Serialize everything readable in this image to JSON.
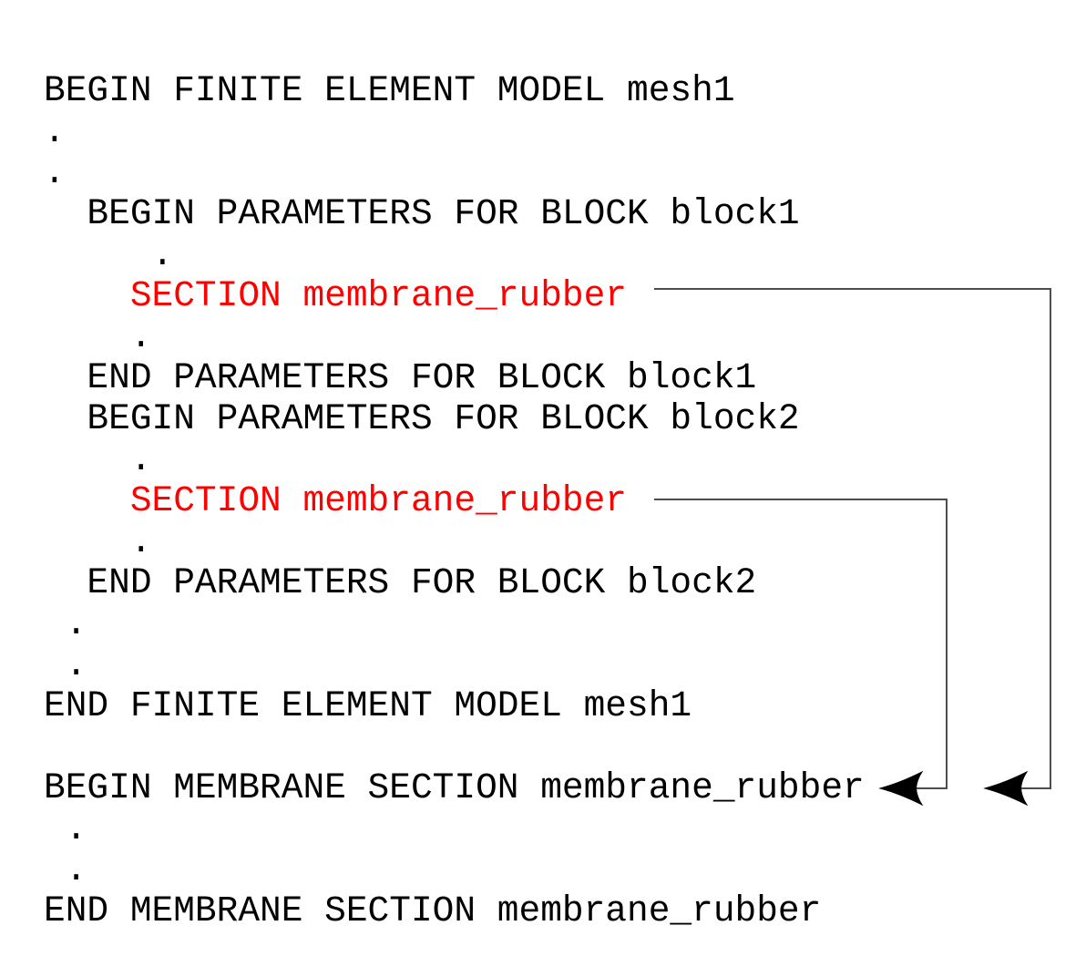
{
  "colors": {
    "background": "#ffffff",
    "text": "#000000",
    "highlight": "#ff0000",
    "connector": "#4d4d4d",
    "arrow": "#000000"
  },
  "code": {
    "lines": [
      {
        "name": "stmt-begin-finite-element-model",
        "indent": 0,
        "text": "BEGIN FINITE ELEMENT MODEL mesh1",
        "highlight": false
      },
      {
        "name": "ellipsis-dot",
        "indent": 0,
        "text": ".",
        "highlight": false
      },
      {
        "name": "ellipsis-dot",
        "indent": 0,
        "text": ".",
        "highlight": false
      },
      {
        "name": "stmt-begin-parameters-block1",
        "indent": 2,
        "text": "BEGIN PARAMETERS FOR BLOCK block1",
        "highlight": false
      },
      {
        "name": "ellipsis-dot",
        "indent": 5,
        "text": ".",
        "highlight": false
      },
      {
        "name": "stmt-section-ref-block1",
        "indent": 4,
        "text": "SECTION membrane_rubber",
        "highlight": true
      },
      {
        "name": "ellipsis-dot",
        "indent": 4,
        "text": ".",
        "highlight": false
      },
      {
        "name": "stmt-end-parameters-block1",
        "indent": 2,
        "text": "END PARAMETERS FOR BLOCK block1",
        "highlight": false
      },
      {
        "name": "stmt-begin-parameters-block2",
        "indent": 2,
        "text": "BEGIN PARAMETERS FOR BLOCK block2",
        "highlight": false
      },
      {
        "name": "ellipsis-dot",
        "indent": 4,
        "text": ".",
        "highlight": false
      },
      {
        "name": "stmt-section-ref-block2",
        "indent": 4,
        "text": "SECTION membrane_rubber",
        "highlight": true
      },
      {
        "name": "ellipsis-dot",
        "indent": 4,
        "text": ".",
        "highlight": false
      },
      {
        "name": "stmt-end-parameters-block2",
        "indent": 2,
        "text": "END PARAMETERS FOR BLOCK block2",
        "highlight": false
      },
      {
        "name": "ellipsis-dot",
        "indent": 1,
        "text": ".",
        "highlight": false
      },
      {
        "name": "ellipsis-dot",
        "indent": 1,
        "text": ".",
        "highlight": false
      },
      {
        "name": "stmt-end-finite-element-model",
        "indent": 0,
        "text": "END FINITE ELEMENT MODEL mesh1",
        "highlight": false
      },
      {
        "name": "blank-line",
        "indent": 0,
        "text": "",
        "highlight": false
      },
      {
        "name": "stmt-begin-membrane-section",
        "indent": 0,
        "text": "BEGIN MEMBRANE SECTION membrane_rubber",
        "highlight": false
      },
      {
        "name": "ellipsis-dot",
        "indent": 1,
        "text": ".",
        "highlight": false
      },
      {
        "name": "ellipsis-dot",
        "indent": 1,
        "text": ".",
        "highlight": false
      },
      {
        "name": "stmt-end-membrane-section",
        "indent": 0,
        "text": "END MEMBRANE SECTION membrane_rubber",
        "highlight": false
      }
    ]
  },
  "connectors": [
    {
      "name": "connector-block1-section",
      "from": "SECTION membrane_rubber (block1)",
      "to": "BEGIN MEMBRANE SECTION membrane_rubber",
      "arrow_direction": "left"
    },
    {
      "name": "connector-block2-section",
      "from": "SECTION membrane_rubber (block2)",
      "to": "BEGIN MEMBRANE SECTION membrane_rubber",
      "arrow_direction": "left"
    }
  ]
}
